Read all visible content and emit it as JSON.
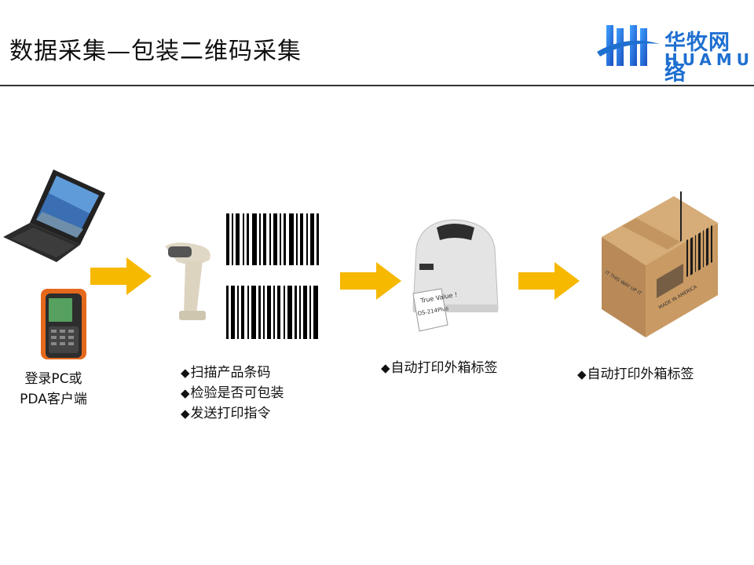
{
  "header": {
    "title": "数据采集—包装二维码采集",
    "logo_cn": "华牧网络",
    "logo_en": "HUAMU"
  },
  "client": {
    "lines": [
      "登录PC或",
      "PDA客户端"
    ]
  },
  "scanner": {
    "steps": [
      "扫描产品条码",
      "检验是否可包装",
      "发送打印指令"
    ]
  },
  "printer": {
    "steps": [
      "自动打印外箱标签"
    ],
    "label_line1": "True Value !",
    "label_line2": "OS-214Plus"
  },
  "box": {
    "steps": [
      "自动打印外箱标签"
    ],
    "stamp1": "IT THIS WAY UP IT",
    "stamp2": "MADE IN AMERICA"
  },
  "colors": {
    "arrow": "#f7b800",
    "brand": "#1e6fd0",
    "box": "#c99a63"
  }
}
